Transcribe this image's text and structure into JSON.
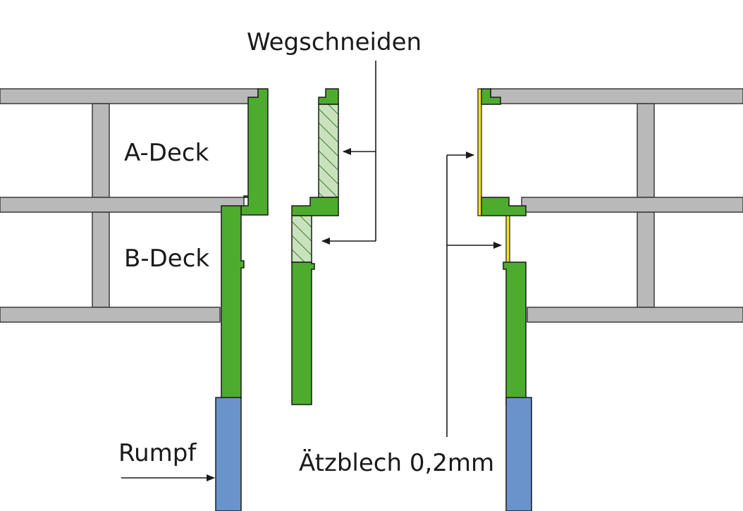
{
  "labels": {
    "title": "Wegschneiden",
    "deck_a": "A-Deck",
    "deck_b": "B-Deck",
    "hull": "Rumpf",
    "etch": "Ätzblech 0,2mm"
  },
  "colors": {
    "background": "#ffffff",
    "deck_gray": "#b9b9b9",
    "outline": "#3a3a3a",
    "green": "#4dac2e",
    "hatched_green": "#c9e2bd",
    "blue": "#6a93cb",
    "yellow": "#f0e420",
    "arrow": "#1a1a1a"
  }
}
